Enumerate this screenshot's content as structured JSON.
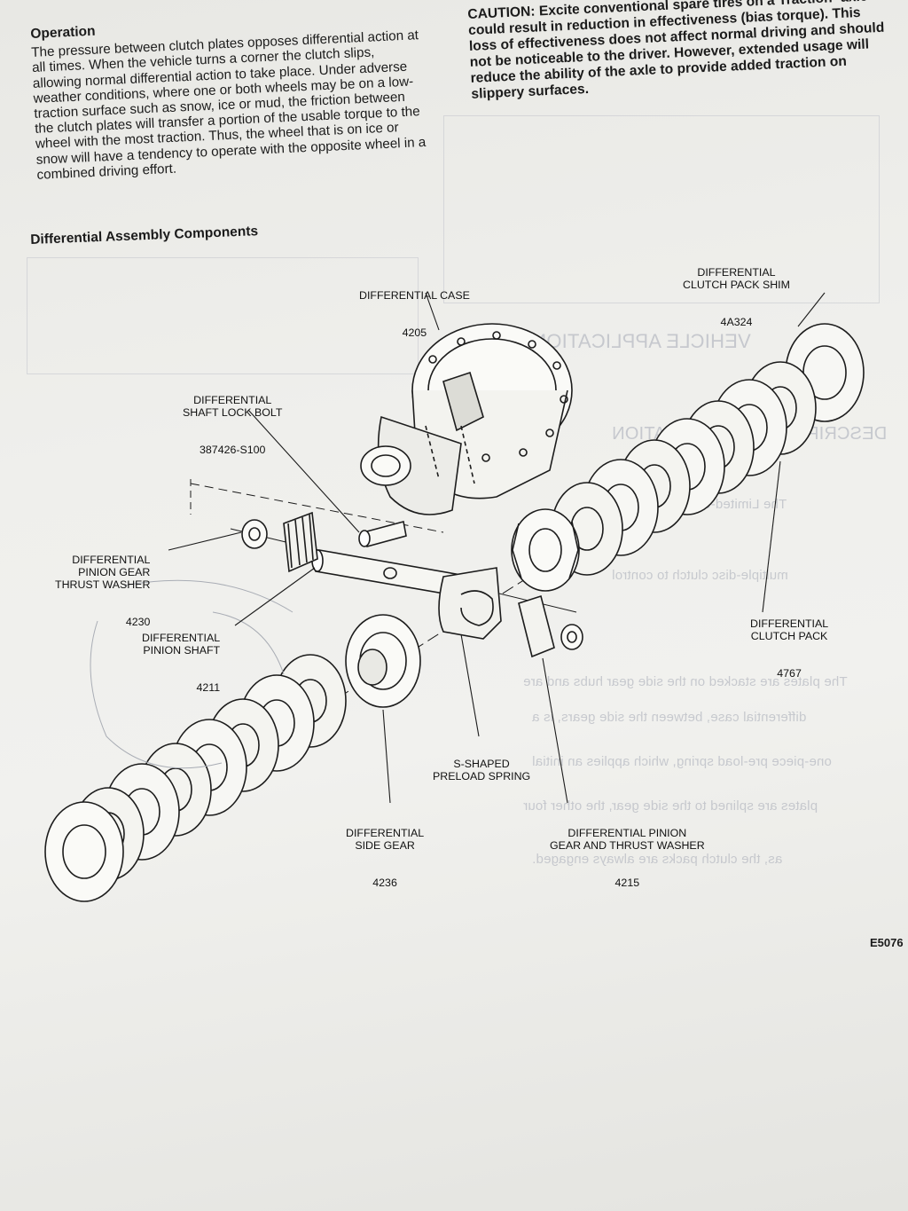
{
  "left_column": {
    "heading": "Operation",
    "body": "The pressure between clutch plates opposes differential action at all times. When the vehicle turns a corner the clutch slips, allowing normal differential action to take place. Under adverse weather conditions, where one or both wheels may be on a low-traction surface such as snow, ice or mud, the friction between the clutch plates will transfer a portion of the usable torque to the wheel with the most traction. Thus, the wheel that is on ice or snow will have a tendency to operate with the opposite wheel in a combined driving effort."
  },
  "right_column": {
    "caution_text": "CAUTION: Excite conventional spare tires on a Traction- axle could result in reduction in effectiveness (bias torque). This loss of effectiveness does not affect normal driving and should not be noticeable to the driver. However, extended usage will reduce the ability of the axle to provide added traction on slippery surfaces."
  },
  "section_heading": "Differential Assembly Components",
  "callouts": {
    "case": {
      "name": "DIFFERENTIAL CASE",
      "part": "4205"
    },
    "shim": {
      "name": "DIFFERENTIAL\nCLUTCH PACK SHIM",
      "part": "4A324"
    },
    "lock_bolt": {
      "name": "DIFFERENTIAL\nSHAFT LOCK BOLT",
      "part": "387426-S100"
    },
    "pinion_thrust_washer": {
      "name": "DIFFERENTIAL\nPINION GEAR\nTHRUST WASHER",
      "part": "4230"
    },
    "pinion_shaft": {
      "name": "DIFFERENTIAL\nPINION SHAFT",
      "part": "4211"
    },
    "clutch_pack": {
      "name": "DIFFERENTIAL\nCLUTCH PACK",
      "part": "4767"
    },
    "spring": {
      "name": "S-SHAPED\nPRELOAD SPRING",
      "part": ""
    },
    "side_gear": {
      "name": "DIFFERENTIAL\nSIDE GEAR",
      "part": "4236"
    },
    "pinion_gear": {
      "name": "DIFFERENTIAL PINION\nGEAR AND THRUST WASHER",
      "part": "4215"
    }
  },
  "figure_code": "E5076"
}
